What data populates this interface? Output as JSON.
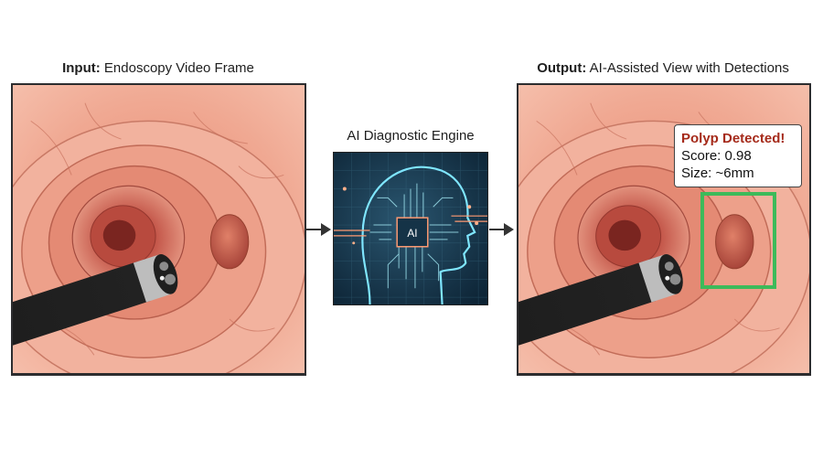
{
  "input_panel": {
    "caption_bold": "Input:",
    "caption_text": " Endoscopy Video Frame"
  },
  "engine": {
    "title": "AI Diagnostic Engine",
    "chip_label": "AI"
  },
  "output_panel": {
    "caption_bold": "Output:",
    "caption_text": " AI-Assisted View with Detections",
    "detection": {
      "title": "Polyp Detected!",
      "score_line": "Score: 0.98",
      "size_line": "Size: ~6mm",
      "box_color": "#3dba5a",
      "title_color": "#a52a1a"
    }
  },
  "flow": {
    "arrows": [
      "input-to-engine",
      "engine-to-output"
    ]
  }
}
